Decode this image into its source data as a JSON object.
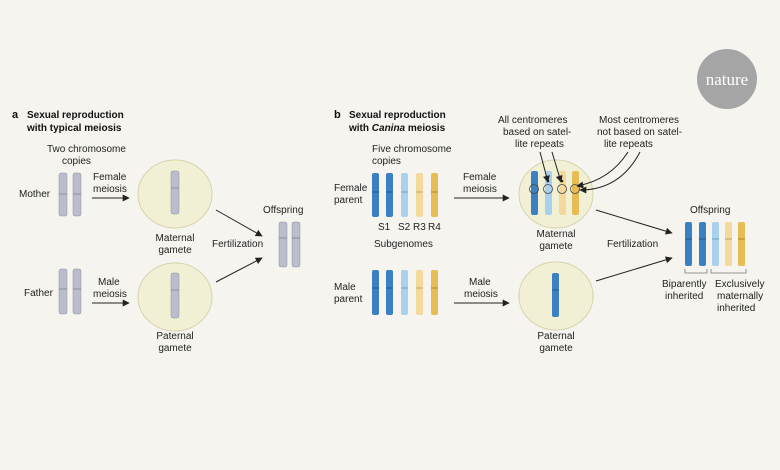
{
  "logo": {
    "text": "nature"
  },
  "panel_a": {
    "letter": "a",
    "title_line1": "Sexual reproduction",
    "title_line2": "with typical meiosis",
    "chromosome_label_line1": "Two chromosome",
    "chromosome_label_line2": "copies",
    "mother": "Mother",
    "father": "Father",
    "female_meiosis_line1": "Female",
    "female_meiosis_line2": "meiosis",
    "male_meiosis_line1": "Male",
    "male_meiosis_line2": "meiosis",
    "maternal_gamete_line1": "Maternal",
    "maternal_gamete_line2": "gamete",
    "paternal_gamete_line1": "Paternal",
    "paternal_gamete_line2": "gamete",
    "fertilization": "Fertilization",
    "offspring": "Offspring"
  },
  "panel_b": {
    "letter": "b",
    "title_line1": "Sexual reproduction",
    "title_line2_italic": "Canina",
    "title_line2_rest": " meiosis",
    "title_line2_prefix": "with ",
    "chromosome_label_line1": "Five chromosome",
    "chromosome_label_line2": "copies",
    "female_parent_line1": "Female",
    "female_parent_line2": "parent",
    "male_parent_line1": "Male",
    "male_parent_line2": "parent",
    "subgenome_labels": [
      "S1",
      "S2",
      "R3",
      "R4"
    ],
    "subgenomes": "Subgenomes",
    "female_meiosis_line1": "Female",
    "female_meiosis_line2": "meiosis",
    "male_meiosis_line1": "Male",
    "male_meiosis_line2": "meiosis",
    "annotation_satellite_line1": "All centromeres",
    "annotation_satellite_line2": "based on satel-",
    "annotation_satellite_line3": "lite repeats",
    "annotation_nonsatellite_line1": "Most centromeres",
    "annotation_nonsatellite_line2": "not based on satel-",
    "annotation_nonsatellite_line3": "lite repeats",
    "maternal_gamete_line1": "Maternal",
    "maternal_gamete_line2": "gamete",
    "paternal_gamete_line1": "Paternal",
    "paternal_gamete_line2": "gamete",
    "fertilization": "Fertilization",
    "offspring": "Offspring",
    "biparently_line1": "Biparently",
    "biparently_line2": "inherited",
    "exclusive_line1": "Exclusively",
    "exclusive_line2": "maternally",
    "exclusive_line3": "inherited"
  },
  "colors": {
    "gray_chromosome": "#b9bdcc",
    "dark_blue": "#3b80c2",
    "light_blue": "#a9d1ee",
    "light_yellow": "#f3d99b",
    "dark_yellow": "#e6bd55",
    "cell_fill": "#f2f0d4",
    "logo_bg": "#a5a5a5"
  }
}
